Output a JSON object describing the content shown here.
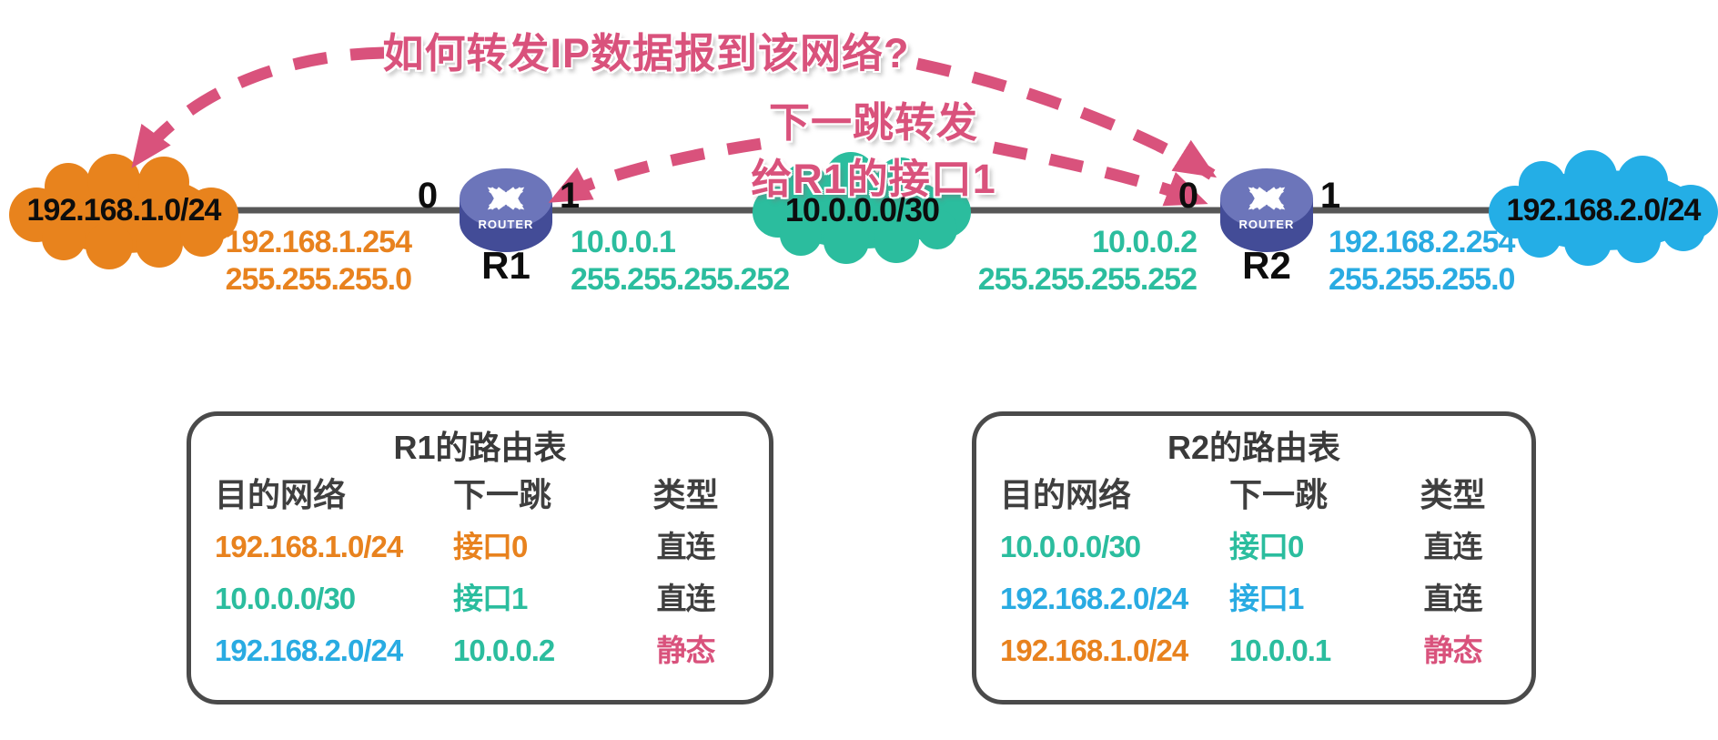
{
  "colors": {
    "orange": "#E8821E",
    "teal": "#2BBD9E",
    "blue": "#29ABE2",
    "pink": "#D9527C",
    "dark_text": "#3F3F3F",
    "line_gray": "#575757",
    "router_top": "#6C75BA",
    "router_body": "#434C97",
    "table_border": "#4A4A4A"
  },
  "annotations": {
    "question": "如何转发IP数据报到该网络?",
    "next_hop_line1": "下一跳转发",
    "next_hop_line2": "给R1的接口1"
  },
  "topology": {
    "clouds": [
      {
        "label": "192.168.1.0/24"
      },
      {
        "label": "10.0.0.0/30"
      },
      {
        "label": "192.168.2.0/24"
      }
    ],
    "routers": [
      {
        "name": "R1",
        "badge": "ROUTER",
        "if_left": "0",
        "if_right": "1"
      },
      {
        "name": "R2",
        "badge": "ROUTER",
        "if_left": "0",
        "if_right": "1"
      }
    ],
    "interface_ips": [
      {
        "ip": "192.168.1.254",
        "mask": "255.255.255.0"
      },
      {
        "ip": "10.0.0.1",
        "mask": "255.255.255.252"
      },
      {
        "ip": "10.0.0.2",
        "mask": "255.255.255.252"
      },
      {
        "ip": "192.168.2.254",
        "mask": "255.255.255.0"
      }
    ]
  },
  "tables": [
    {
      "title": "R1的路由表",
      "headers": [
        "目的网络",
        "下一跳",
        "类型"
      ],
      "rows": [
        {
          "dest": "192.168.1.0/24",
          "dest_color": "c-orange",
          "next": "接口0",
          "next_color": "c-orange",
          "type": "直连",
          "type_color": "c-dark"
        },
        {
          "dest": "10.0.0.0/30",
          "dest_color": "c-teal",
          "next": "接口1",
          "next_color": "c-teal",
          "type": "直连",
          "type_color": "c-dark"
        },
        {
          "dest": "192.168.2.0/24",
          "dest_color": "c-blue",
          "next": "10.0.0.2",
          "next_color": "c-teal",
          "type": "静态",
          "type_color": "c-pink outlined"
        }
      ]
    },
    {
      "title": "R2的路由表",
      "headers": [
        "目的网络",
        "下一跳",
        "类型"
      ],
      "rows": [
        {
          "dest": "10.0.0.0/30",
          "dest_color": "c-teal",
          "next": "接口0",
          "next_color": "c-teal",
          "type": "直连",
          "type_color": "c-dark"
        },
        {
          "dest": "192.168.2.0/24",
          "dest_color": "c-blue",
          "next": "接口1",
          "next_color": "c-blue",
          "type": "直连",
          "type_color": "c-dark"
        },
        {
          "dest": "192.168.1.0/24",
          "dest_color": "c-orange",
          "next": "10.0.0.1",
          "next_color": "c-teal",
          "type": "静态",
          "type_color": "c-pink outlined"
        }
      ]
    }
  ]
}
